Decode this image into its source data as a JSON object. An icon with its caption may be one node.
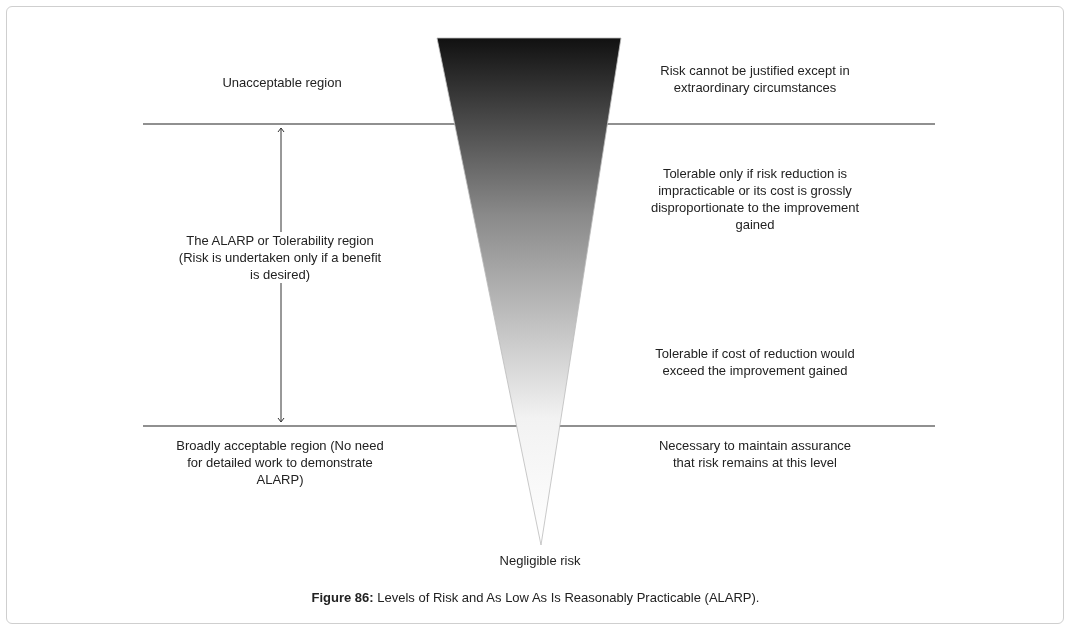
{
  "diagram": {
    "nodes": [
      {
        "text": [],
        "shape": "triangle"
      }
    ],
    "caption": "**Figure 86:** Levels of Risk and As Low As Is Reasonably Practicable (ALARP).",
    "labels": [
      "Unacceptable region",
      "Risk cannot be justified except in extraordinary circumstances",
      "The ALARP or Tolerability region (Risk is undertaken only if a benefit is desired)",
      "Tolerable only if risk reduction is impracticable or its cost is grossly disproportionate to the improvement gained",
      "Tolerable if cost of reduction would exceed the improvement gained",
      "Broadly acceptable region (No need for detailed work to demonstrate ALARP)",
      "Necessary to maintain assurance that risk remains at this level",
      "Negligible risk"
    ]
  }
}
